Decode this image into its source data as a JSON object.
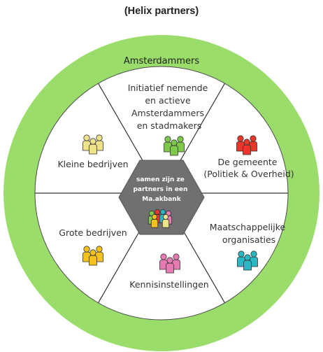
{
  "title": "(Helix partners)",
  "ring_label": "Amsterdammers",
  "center": {
    "lines": [
      "samen zijn ze",
      "partners in een",
      "Ma.akbank"
    ]
  },
  "segments": [
    {
      "key": "top",
      "lines": [
        "Initiatief nemende",
        "en actieve",
        "Amsterdammers",
        "en stadmakers"
      ],
      "icon_color": "#7fc94a"
    },
    {
      "key": "upper-right",
      "lines": [
        "De gemeente",
        "(Politiek & Overheid)"
      ],
      "icon_color": "#e8362a"
    },
    {
      "key": "lower-right",
      "lines": [
        "Maatschappelijke",
        "organisaties"
      ],
      "icon_color": "#2ab7c4"
    },
    {
      "key": "bottom",
      "lines": [
        "Kennisinstellingen"
      ],
      "icon_color": "#e87ab3"
    },
    {
      "key": "lower-left",
      "lines": [
        "Grote bedrijven"
      ],
      "icon_color": "#f2c21a"
    },
    {
      "key": "upper-left",
      "lines": [
        "Kleine bedrijven"
      ],
      "icon_color": "#efe38a"
    }
  ],
  "colors": {
    "ring": "#9bdd6a",
    "segment_fill": "#ffffff",
    "hexagon": "#707070",
    "divider": "#333333",
    "center_icon_colors": [
      "#7fc94a",
      "#e8362a",
      "#2ab7c4",
      "#e87ab3",
      "#f2c21a",
      "#efe38a"
    ]
  }
}
